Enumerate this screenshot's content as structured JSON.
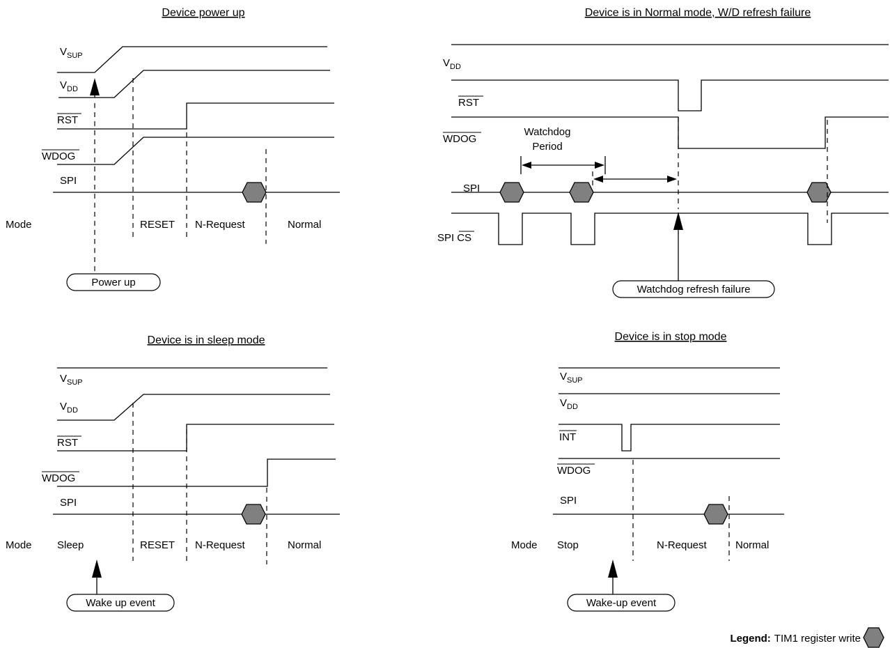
{
  "diagrams": {
    "power_up": {
      "title": "Device power up",
      "signals": {
        "vsup_main": "V",
        "vsup_sub": "SUP",
        "vdd_main": "V",
        "vdd_sub": "DD",
        "rst": "RST",
        "wdog": "WDOG",
        "spi": "SPI"
      },
      "mode_label": "Mode",
      "modes": [
        "RESET",
        "N-Request",
        "Normal"
      ],
      "event": "Power up"
    },
    "watchdog": {
      "title": "Device is in Normal mode, W/D refresh failure",
      "signals": {
        "vdd_main": "V",
        "vdd_sub": "DD",
        "rst": "RST",
        "wdog": "WDOG",
        "spi": "SPI",
        "spi_cs_prefix": "SPI",
        "spi_cs_bar": "CS"
      },
      "period_line1": "Watchdog",
      "period_line2": "Period",
      "event": "Watchdog refresh failure"
    },
    "sleep": {
      "title": "Device is in sleep mode",
      "signals": {
        "vsup_main": "V",
        "vsup_sub": "SUP",
        "vdd_main": "V",
        "vdd_sub": "DD",
        "rst": "RST",
        "wdog": "WDOG",
        "spi": "SPI"
      },
      "mode_label": "Mode",
      "modes": [
        "Sleep",
        "RESET",
        "N-Request",
        "Normal"
      ],
      "event": "Wake up event"
    },
    "stop": {
      "title": "Device is in stop mode",
      "signals": {
        "vsup_main": "V",
        "vsup_sub": "SUP",
        "vdd_main": "V",
        "vdd_sub": "DD",
        "int": "INT",
        "wdog": "WDOG",
        "spi": "SPI"
      },
      "mode_label": "Mode",
      "modes": [
        "Stop",
        "N-Request",
        "Normal"
      ],
      "event": "Wake-up event"
    }
  },
  "legend": {
    "bold_label": "Legend:",
    "text": "TIM1 register write",
    "symbol_color": "#808080"
  }
}
